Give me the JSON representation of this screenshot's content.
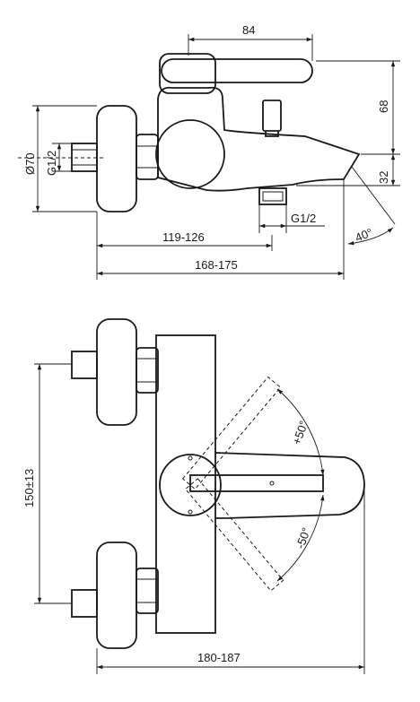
{
  "side_view": {
    "dim_lever_length": "84",
    "dim_height_upper": "68",
    "dim_height_lower": "32",
    "dim_diameter": "Ø70",
    "dim_thread_inlet": "G1/2",
    "dim_thread_outlet": "G1/2",
    "dim_projection_short": "119-126",
    "dim_projection_long": "168-175",
    "dim_spout_angle": "40°"
  },
  "front_view": {
    "dim_centers": "150±13",
    "dim_width": "180-187",
    "angle_plus": "+50°",
    "angle_minus": "-50°"
  }
}
